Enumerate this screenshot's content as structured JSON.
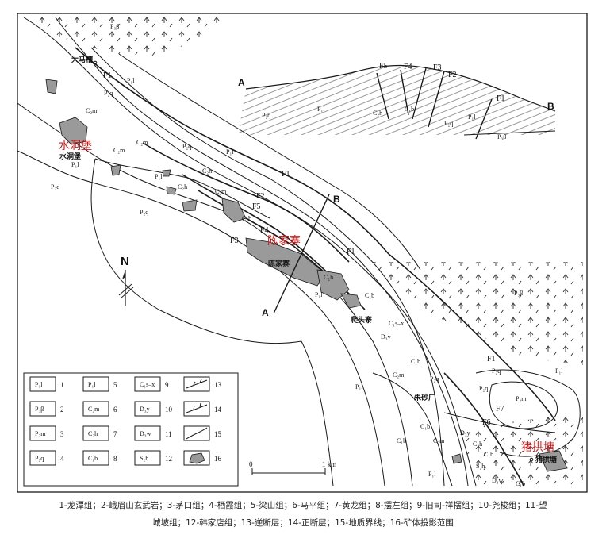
{
  "map": {
    "faults": [
      "F1",
      "F2",
      "F3",
      "F4",
      "F5",
      "F6",
      "F7"
    ],
    "section_endpoints": [
      "A",
      "B"
    ],
    "north_label": "N",
    "scale_start": "0",
    "scale_end": "1 km",
    "places": {
      "shuidongbao_red": "水洞堡",
      "shuidongbao": "水洞堡",
      "damapo": "大马槽",
      "chenjiazhai_red": "陈家寨",
      "chenjiazhai": "陈家寨",
      "patouzhai": "爬头寨",
      "zhushachang": "朱砂厂",
      "zhugongtang_red": "猪拱塘",
      "zhugongtang": "猪拱塘"
    },
    "units": {
      "P3b": "P₃β",
      "P2q": "P₂q",
      "P1l": "P₁l",
      "C2m": "C₂m",
      "C1b": "C₁b",
      "C2h": "C₂h",
      "D3y": "D₃y",
      "C1sx": "C₁s–x",
      "P2m": "P₂m",
      "D3w": "D₃w",
      "S2h": "S₂h"
    }
  },
  "legend": {
    "items": [
      {
        "num": "1",
        "code": "P₁l"
      },
      {
        "num": "2",
        "code": "P₃β"
      },
      {
        "num": "3",
        "code": "P₂m"
      },
      {
        "num": "4",
        "code": "P₂q"
      },
      {
        "num": "5",
        "code": "P₁l"
      },
      {
        "num": "6",
        "code": "C₂m"
      },
      {
        "num": "7",
        "code": "C₂h"
      },
      {
        "num": "8",
        "code": "C₁b"
      },
      {
        "num": "9",
        "code": "C₁s–x"
      },
      {
        "num": "10",
        "code": "D₃y"
      },
      {
        "num": "11",
        "code": "D₃w"
      },
      {
        "num": "12",
        "code": "S₂h"
      },
      {
        "num": "13",
        "code": ""
      },
      {
        "num": "14",
        "code": ""
      },
      {
        "num": "15",
        "code": ""
      },
      {
        "num": "16",
        "code": ""
      }
    ]
  },
  "caption": {
    "line1": "1-龙潭组；2-峨眉山玄武岩；3-茅口组；4-栖霞组；5-梁山组；6-马平组；7-黄龙组；8-摆左组；9-旧司-祥摆组；10-尧梭组；11-望",
    "line2": "城坡组；12-韩家店组；13-逆断层；14-正断层；15-地质界线；16-矿体投影范围"
  },
  "colors": {
    "line": "#1a1a1a",
    "orebody": "#9a9a9a",
    "red_label": "#d01818"
  }
}
